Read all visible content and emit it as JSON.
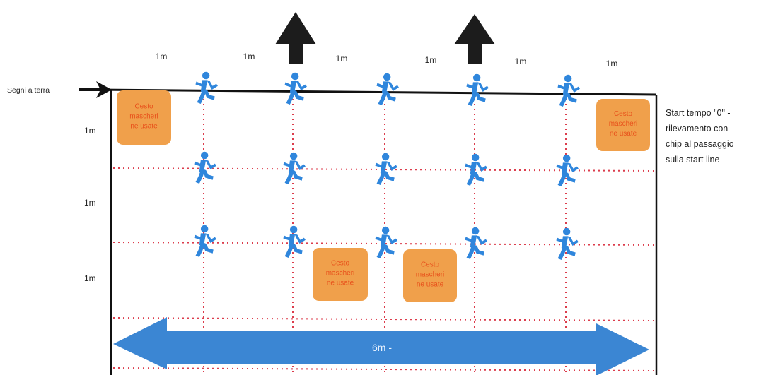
{
  "ground_marks_label": "Segni a terra",
  "column_spacing_labels": [
    "1m",
    "1m",
    "1m",
    "1m",
    "1m",
    "1m"
  ],
  "row_spacing_labels": [
    "1m",
    "1m",
    "1m"
  ],
  "width_label": "6m -",
  "start_note_lines": [
    "Start tempo \"0\" -",
    "rilevamento con",
    "chip al passaggio",
    "sulla start line"
  ],
  "bins": [
    {
      "lines": [
        "Cesto",
        "mascheri",
        "ne usate"
      ]
    },
    {
      "lines": [
        "Cesto",
        "mascheri",
        "ne usate"
      ]
    },
    {
      "lines": [
        "Cesto",
        "mascheri",
        "ne usate"
      ]
    },
    {
      "lines": [
        "Cesto",
        "mascheri",
        "ne usate"
      ]
    }
  ],
  "direction_arrow_count": 2,
  "runner_grid": {
    "rows": 3,
    "columns": 5
  },
  "colors": {
    "runner": "#2f86dc",
    "width_arrow": "#3b86d3",
    "bin_fill": "#f0a04b",
    "bin_text": "#e8521c",
    "dotted_line": "#dc3c4c",
    "border": "#111111",
    "direction_arrow": "#1c1c1c"
  },
  "icons": {
    "runner": "running-person-icon",
    "direction": "up-arrow-icon",
    "pointer": "right-arrow-icon"
  }
}
